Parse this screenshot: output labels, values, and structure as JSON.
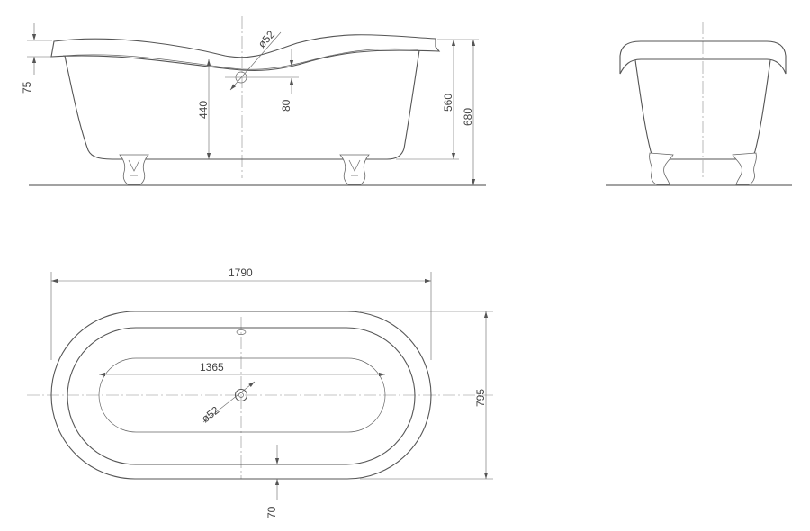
{
  "dimensions": {
    "side_rim_height": "75",
    "side_drain_diameter": "ø52",
    "side_inner_depth": "440",
    "side_drain_offset": "80",
    "side_body_height": "560",
    "side_total_height": "680",
    "plan_total_length": "1790",
    "plan_inner_length": "1365",
    "plan_drain_diameter": "ø52",
    "plan_total_width": "795",
    "plan_rim_width": "70"
  }
}
